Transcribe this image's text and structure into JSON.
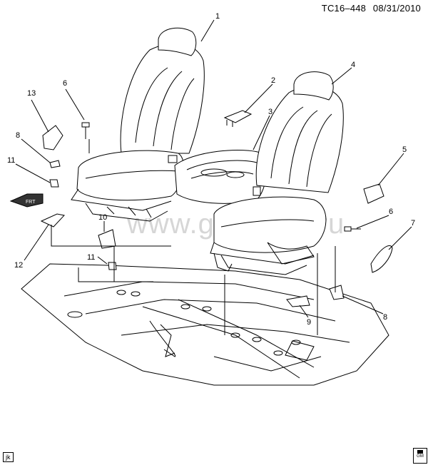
{
  "header": {
    "code": "TC16–448",
    "date": "08/31/2010"
  },
  "watermark": "www.gmsklad.ru",
  "footer": {
    "left_tag": "jk",
    "right_badge_text": "GM"
  },
  "callouts": [
    {
      "id": "c1",
      "label": "1"
    },
    {
      "id": "c2",
      "label": "2"
    },
    {
      "id": "c3",
      "label": "3"
    },
    {
      "id": "c4",
      "label": "4"
    },
    {
      "id": "c5",
      "label": "5"
    },
    {
      "id": "c6a",
      "label": "6"
    },
    {
      "id": "c6b",
      "label": "6"
    },
    {
      "id": "c7",
      "label": "7"
    },
    {
      "id": "c8a",
      "label": "8"
    },
    {
      "id": "c8b",
      "label": "8"
    },
    {
      "id": "c9",
      "label": "9"
    },
    {
      "id": "c10",
      "label": "10"
    },
    {
      "id": "c11a",
      "label": "11"
    },
    {
      "id": "c11b",
      "label": "11"
    },
    {
      "id": "c12",
      "label": "12"
    },
    {
      "id": "c13",
      "label": "13"
    }
  ],
  "fwd_arrow_label": "FRT"
}
